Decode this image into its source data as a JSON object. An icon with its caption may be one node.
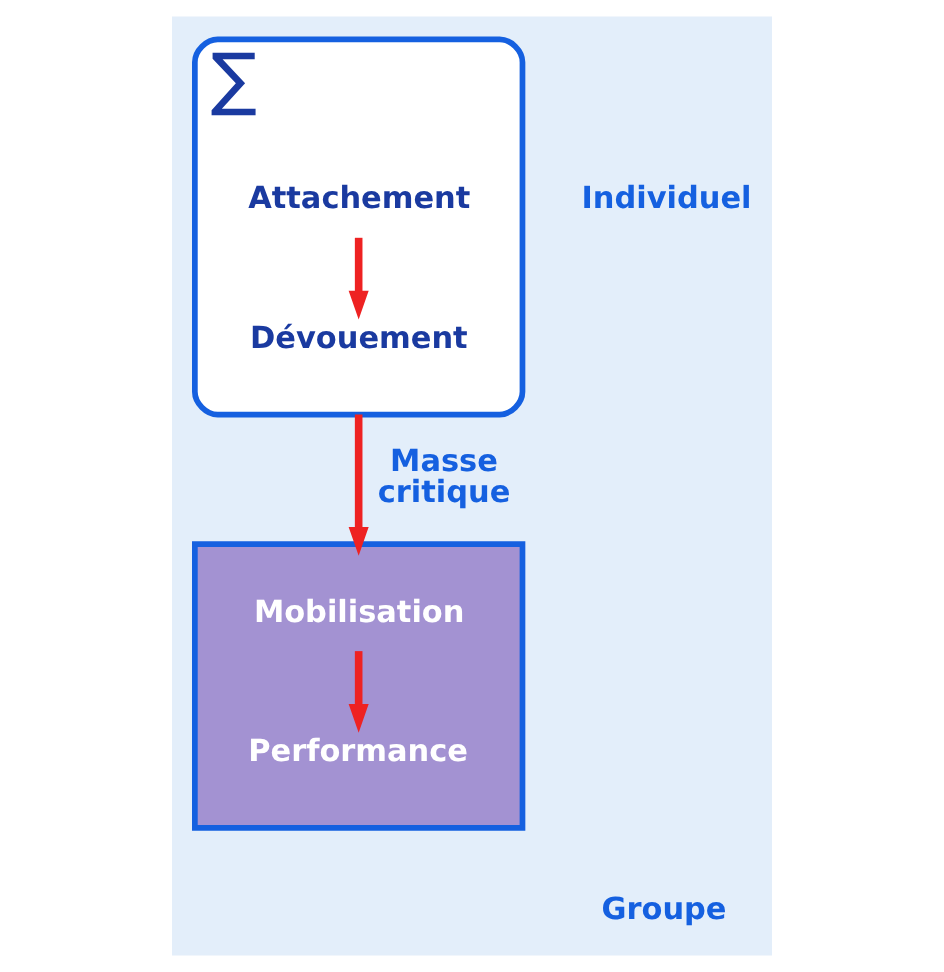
{
  "diagram": {
    "nodes": [
      {
        "text": [
          "∑"
        ],
        "beside": [
          "Individuel"
        ]
      },
      {
        "text": [
          "Attachement"
        ],
        "in": 0
      },
      {
        "text": [
          "Dévouement"
        ],
        "in": 0
      },
      {
        "text": [],
        "beside": [
          "Groupe"
        ],
        "shape": "box"
      },
      {
        "text": [
          "Mobilisation"
        ],
        "in": 3
      },
      {
        "text": [
          "Performance"
        ],
        "in": 3
      }
    ],
    "edges": [
      {
        "from": 1,
        "to": 2,
        "arrow": "to"
      },
      {
        "from": 0,
        "to": 3,
        "arrow": "to",
        "label": "Masse critique"
      },
      {
        "from": 4,
        "to": 5,
        "arrow": "to"
      }
    ]
  }
}
